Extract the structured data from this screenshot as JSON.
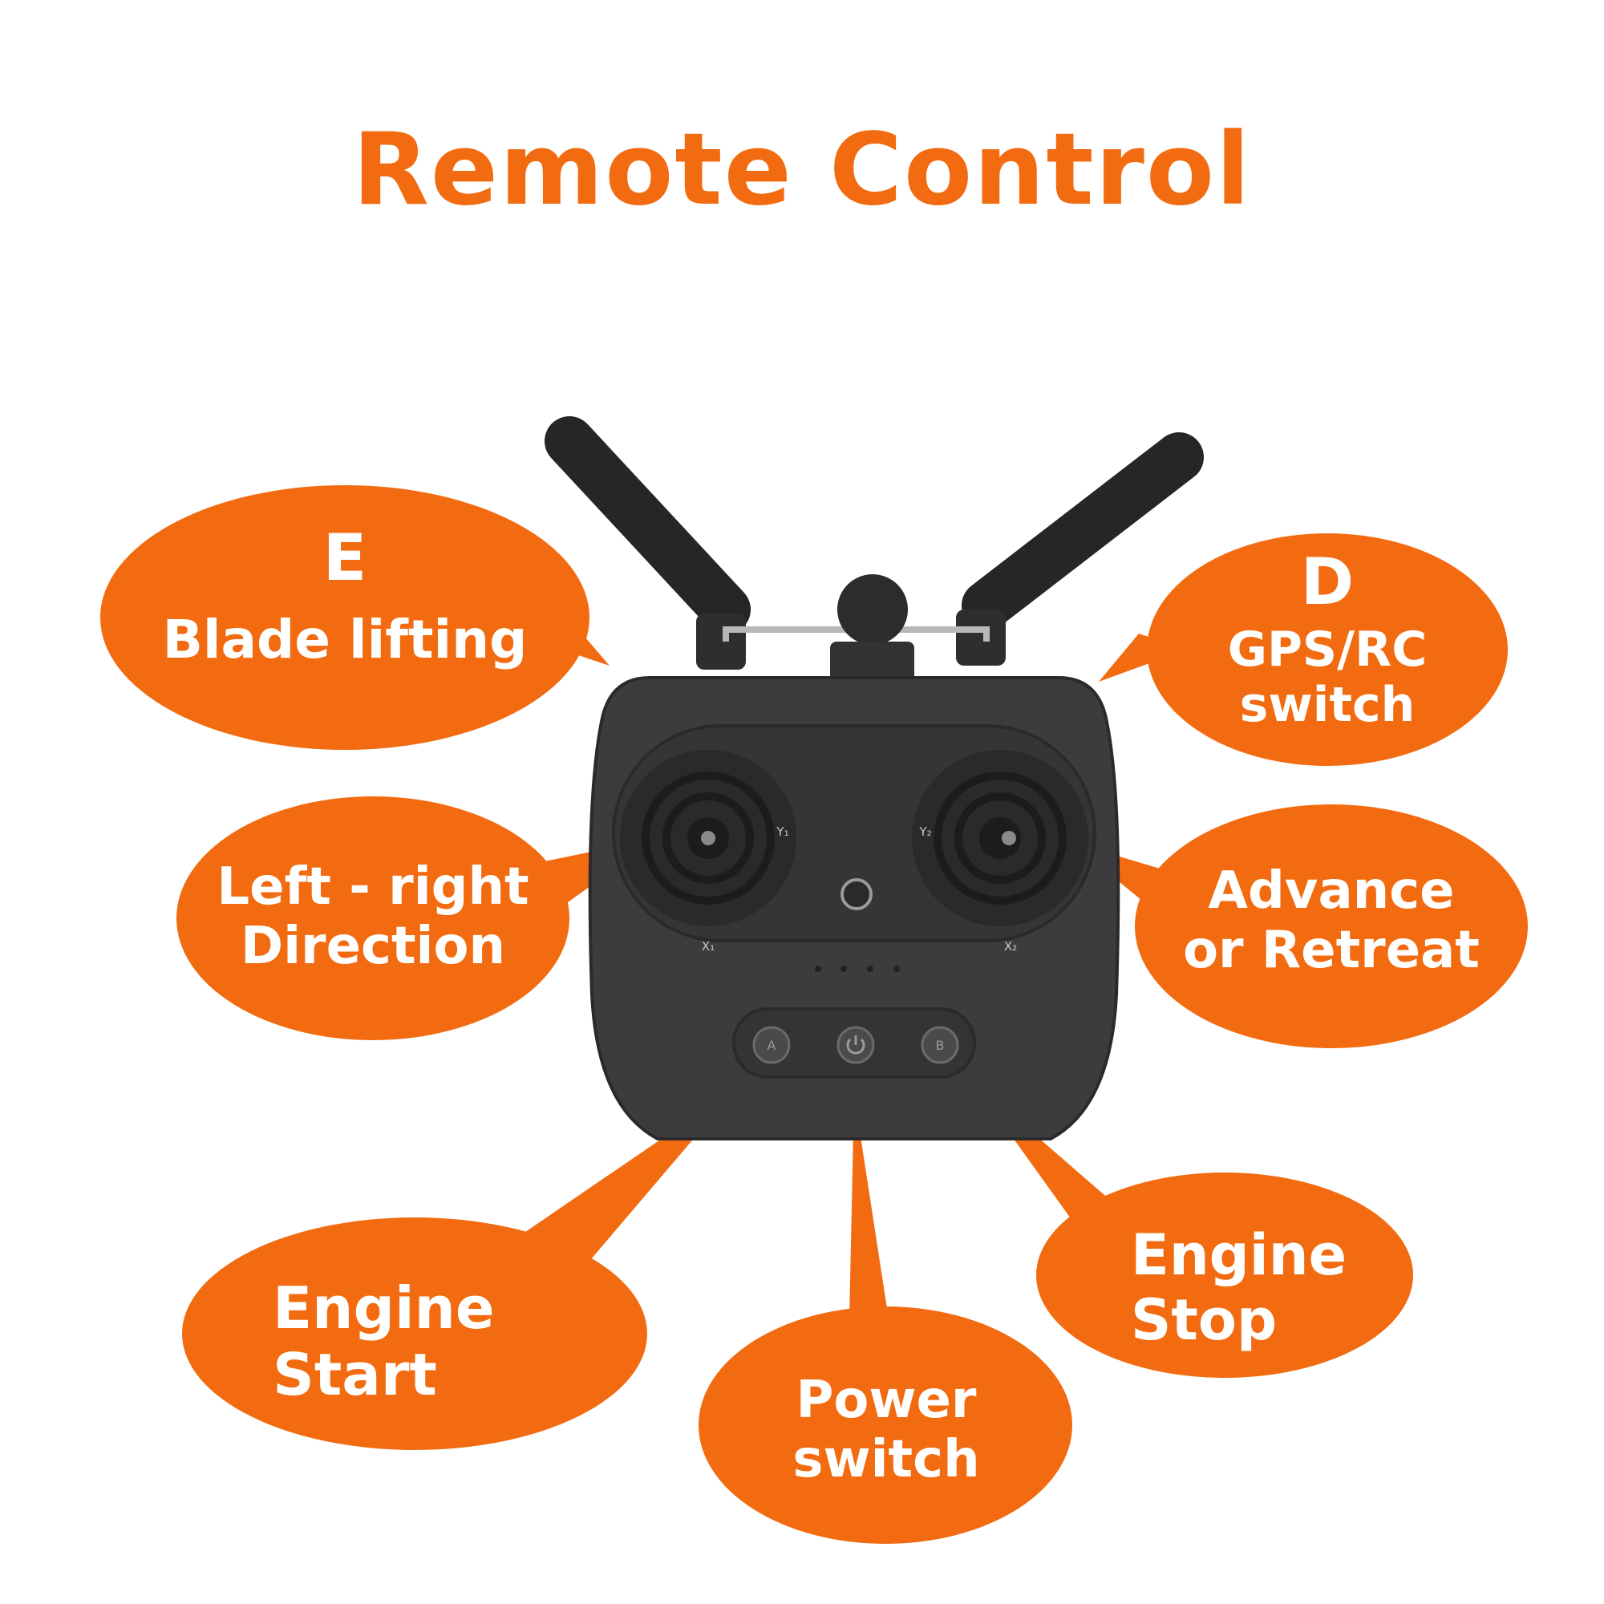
{
  "title": "Remote Control",
  "colors": {
    "accent": "#f26b10",
    "device_body": "#3c3c3e",
    "device_dark": "#262628",
    "label_text": "#ffffff"
  },
  "callouts": {
    "e": {
      "letter": "E",
      "label": "Blade lifting"
    },
    "d": {
      "letter": "D",
      "line1": "GPS/RC",
      "line2": "switch"
    },
    "left_stick": {
      "line1": "Left - right",
      "line2": "Direction"
    },
    "right_stick": {
      "line1": "Advance",
      "line2": "or Retreat"
    },
    "engine_start": {
      "line1": "Engine",
      "line2": "Start"
    },
    "power": {
      "line1": "Power",
      "line2": "switch"
    },
    "engine_stop": {
      "line1": "Engine",
      "line2": "Stop"
    }
  },
  "device": {
    "button_a_label": "A",
    "button_b_label": "B",
    "power_icon": "power-icon",
    "left_axis_label": "X₁",
    "right_axis_label": "X₂",
    "left_y_label": "Y₁",
    "right_y_label": "Y₂"
  }
}
